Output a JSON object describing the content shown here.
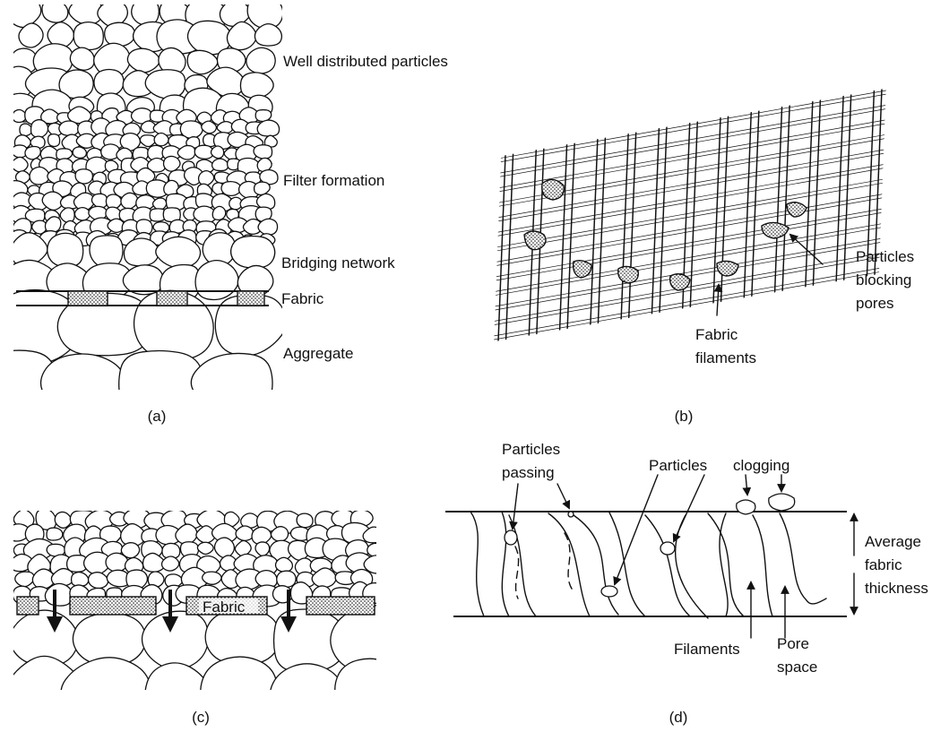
{
  "panel_a": {
    "labels": {
      "well_distributed": "Well distributed particles",
      "filter_formation": "Filter formation",
      "bridging_network": "Bridging network",
      "fabric": "Fabric",
      "aggregate": "Aggregate"
    },
    "caption": "(a)"
  },
  "panel_b": {
    "labels": {
      "particles_blocking_1": "Particles",
      "particles_blocking_2": "blocking",
      "particles_blocking_3": "pores",
      "fabric_filaments_1": "Fabric",
      "fabric_filaments_2": "filaments"
    },
    "caption": "(b)"
  },
  "panel_c": {
    "labels": {
      "fabric": "Fabric"
    },
    "caption": "(c)"
  },
  "panel_d": {
    "labels": {
      "particles_passing_1": "Particles",
      "particles_passing_2": "passing",
      "particles_clogging_1": "Particles",
      "particles_clogging_2": "clogging",
      "average_1": "Average",
      "average_2": "fabric",
      "average_3": "thickness",
      "filaments": "Filaments",
      "pore_space_1": "Pore",
      "pore_space_2": "space"
    },
    "caption": "(d)"
  }
}
